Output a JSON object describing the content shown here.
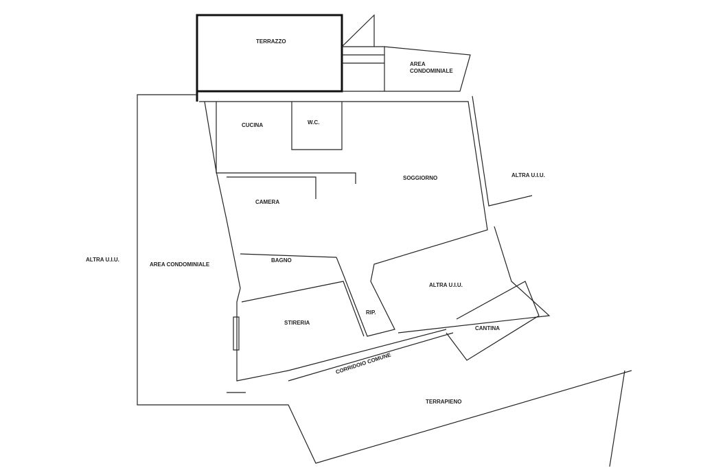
{
  "labels": {
    "terrazzo": "TERRAZZO",
    "area_condominiale_top_1": "AREA",
    "area_condominiale_top_2": "CONDOMINIALE",
    "cucina": "CUCINA",
    "wc": "W.C.",
    "soggiorno": "SOGGIORNO",
    "altra_uiu_right": "ALTRA U.I.U.",
    "camera": "CAMERA",
    "bagno": "BAGNO",
    "altra_uiu_left": "ALTRA U.I.U.",
    "area_condominiale_left": "AREA  CONDOMINIALE",
    "altra_uiu_center": "ALTRA U.I.U.",
    "rip": "RIP.",
    "stireria": "STIRERIA",
    "cantina": "CANTINA",
    "corridoio_comune": "CORRIDOIO COMUNE",
    "terrapieno": "TERRAPIENO"
  }
}
